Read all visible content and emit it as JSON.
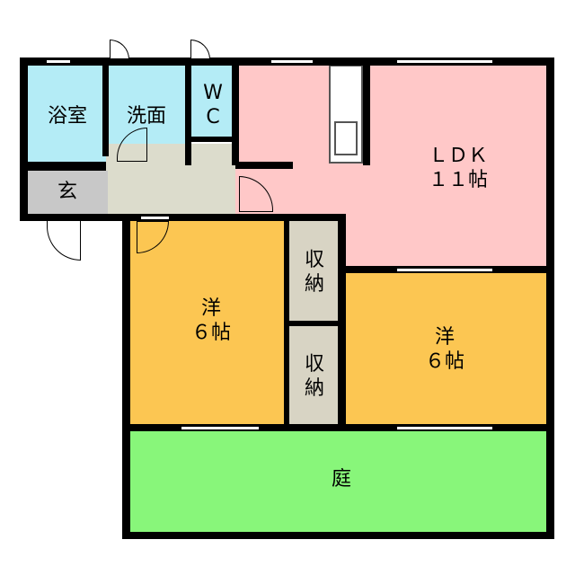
{
  "rooms": {
    "bath": "浴室",
    "washroom": "洗面",
    "wc": "W\nC",
    "entrance": "玄",
    "ldk": "ＬＤＫ\n１１帖",
    "western_left": "洋\n６帖",
    "western_right": "洋\n６帖",
    "storage_upper": "収\n納",
    "storage_lower": "収\n納",
    "garden": "庭"
  },
  "colors": {
    "wet": "#b4ecf6",
    "ldk": "#ffc8c8",
    "western": "#fcc652",
    "storage": "#d8d4c4",
    "entrance": "#c8c8c8",
    "hall": "#dcdccc",
    "garden": "#88f67a",
    "wall": "#000000"
  }
}
